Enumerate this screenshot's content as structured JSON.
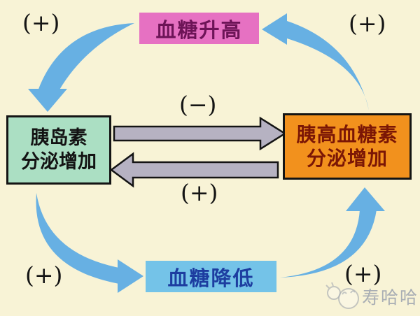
{
  "diagram": {
    "boxes": {
      "top": {
        "label": "血糖升高",
        "bg": "#e671c2",
        "fg": "#6d1457"
      },
      "left": {
        "line1": "胰岛素",
        "line2": "分泌增加",
        "bg": "#abdfc3",
        "fg": "#131313"
      },
      "right": {
        "line1": "胰高血糖素",
        "line2": "分泌增加",
        "bg": "#f2911d",
        "fg": "#7b1605"
      },
      "bottom": {
        "label": "血糖降低",
        "bg": "#74c3e8",
        "fg": "#1d3da0"
      }
    },
    "labels": {
      "top_left": "(+)",
      "top_right": "(+)",
      "center_top": "(−)",
      "center_bottom": "(+)",
      "bottom_left": "(+)",
      "bottom_right": "(+)"
    },
    "colors": {
      "background": "#f8f3d6",
      "curved_arrow": "#67b0e3",
      "straight_arrow_fill": "#b6b2c2",
      "straight_arrow_outline": "#141414",
      "box_border": "#141414"
    },
    "watermark": {
      "text": "寿哈哈",
      "icon": "laughing-face-icon",
      "color": "#a9aeb4"
    }
  }
}
